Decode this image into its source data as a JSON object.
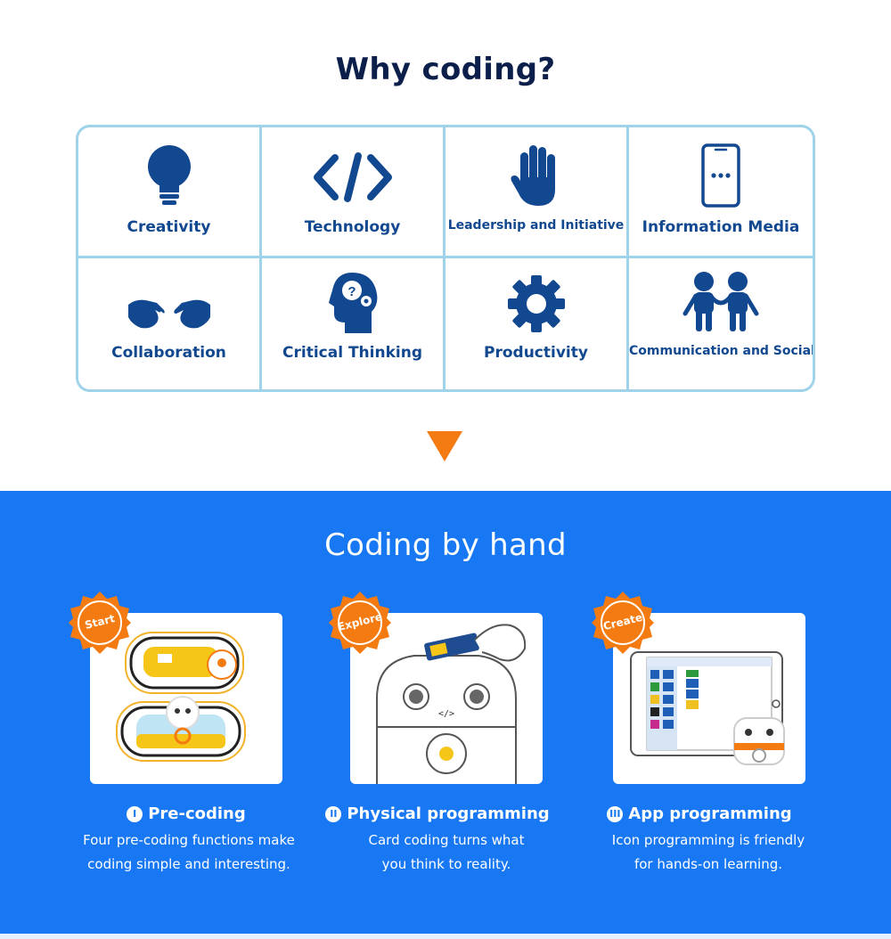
{
  "why": {
    "title": "Why coding?",
    "skills": [
      {
        "label": "Creativity",
        "icon": "lightbulb-icon"
      },
      {
        "label": "Technology",
        "icon": "code-icon"
      },
      {
        "label": "Leadership and Initiative",
        "icon": "hand-icon"
      },
      {
        "label": "Information Media",
        "icon": "smartphone-icon"
      },
      {
        "label": "Collaboration",
        "icon": "handshake-icon"
      },
      {
        "label": "Critical Thinking",
        "icon": "head-gears-icon"
      },
      {
        "label": "Productivity",
        "icon": "gear-icon"
      },
      {
        "label": "Communication and Social",
        "icon": "people-icon"
      }
    ]
  },
  "hand": {
    "title": "Coding by hand",
    "steps": [
      {
        "badge": "Start",
        "numeral": "I",
        "title": "Pre-coding",
        "desc1": "Four pre-coding functions make",
        "desc2": "coding simple and interesting."
      },
      {
        "badge": "Explore",
        "numeral": "II",
        "title": "Physical programming",
        "desc1": "Card coding turns what",
        "desc2": "you think to reality."
      },
      {
        "badge": "Create",
        "numeral": "III",
        "title": "App programming",
        "desc1": "Icon programming is friendly",
        "desc2": "for hands-on learning."
      }
    ]
  },
  "colors": {
    "navy": "#12488f",
    "blue": "#1877f2",
    "orange": "#f47b12",
    "border": "#9fd3ea"
  }
}
